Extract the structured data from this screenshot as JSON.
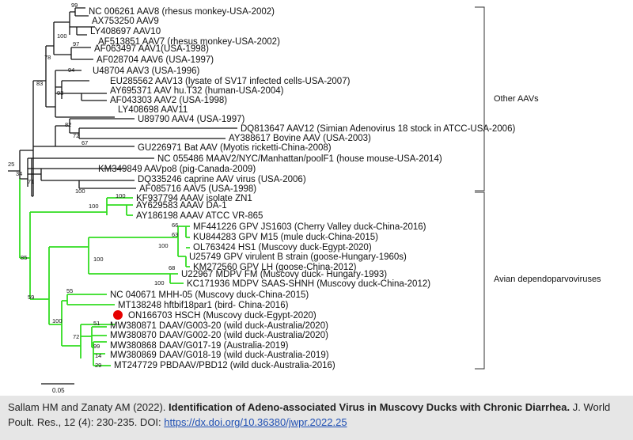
{
  "tree": {
    "groups": {
      "other": "Other AAVs",
      "avian": "Avian dependoparvoviruses"
    },
    "scale_bar": "0.05",
    "leaves": [
      "NC 006261 AAV8 (rhesus monkey-USA-2002)",
      "AX753250 AAV9",
      "LY408697 AAV10",
      "AF513851 AAV7 (rhesus monkey-USA-2002)",
      "AF063497 AAV1(USA-1998)",
      "AF028704 AAV6 (USA-1997)",
      "U48704 AAV3 (USA-1996)",
      "EU285562 AAV13 (lysate of SV17 infected cells-USA-2007)",
      "AY695371 AAV hu.T32 (human-USA-2004)",
      "AF043303 AAV2 (USA-1998)",
      "LY408698 AAV11",
      "U89790 AAV4 (USA-1997)",
      "DQ813647 AAV12 (Simian Adenovirus 18 stock in ATCC-USA-2006)",
      "AY388617 Bovine AAV (USA-2003)",
      "GU226971 Bat AAV (Myotis ricketti-China-2008)",
      "NC 055486 MAAV2/NYC/Manhattan/poolF1 (house mouse-USA-2014)",
      "KM349849 AAVpo8 (pig-Canada-2009)",
      "DQ335246 caprine AAV virus (USA-2006)",
      "AF085716 AAV5 (USA-1998)",
      "KF937794 AAAV isolate ZN1",
      "AY629583 AAAV DA-1",
      "AY186198 AAAV ATCC VR-865",
      "MF441226 GPV JS1603 (Cherry Valley duck-China-2016)",
      "KU844283 GPV M15 (mule duck-China-2015)",
      "OL763424 HS1 (Muscovy duck-Egypt-2020)",
      "U25749 GPV virulent B strain (goose-Hungary-1960s)",
      "KM272560 GPV LH (goose-China-2012)",
      "U22967 MDPV FM (Muscovy duck- Hungary-1993)",
      "KC171936 MDPV SAAS-SHNH (Muscovy duck-China-2012)",
      "NC 040671 MHH-05 (Muscovy duck-China-2015)",
      "MT138248 hftbif18par1 (bird- China-2016)",
      "ON166703 HSCH (Muscovy duck-Egypt-2020)",
      "MW380871 DAAV/G003-20 (wild duck-Australia/2020)",
      "MW380870 DAAV/G002-20 (wild duck-Australia/2020)",
      "MW380868 DAAV/G017-19 (Australia-2019)",
      "MW380869 DAAV/G018-19 (wild duck-Australia-2019)",
      "MT247729 PBDAAV/PBD12 (wild duck-Australia-2016)"
    ],
    "bootstrap": {
      "b99": "99",
      "b100a": "100",
      "b97": "97",
      "b78": "78",
      "b94": "94",
      "b93": "93",
      "b83": "83",
      "b82": "82",
      "b72a": "72",
      "b67": "67",
      "b25": "25",
      "b34": "34",
      "b71": "71",
      "b100b": "100",
      "b100c": "100",
      "b100d": "100",
      "b85": "85",
      "b66": "66",
      "b63": "63",
      "b100e": "100",
      "b100f": "100",
      "b68": "68",
      "b100g": "100",
      "b59": "59",
      "b55": "55",
      "b100h": "100",
      "b72b": "72",
      "b51": "51",
      "b99b": "99",
      "b14": "14",
      "b29": "29"
    }
  },
  "caption": {
    "authors": "Sallam HM and Zanaty AM (2022). ",
    "title": "Identification of Adeno-associated Virus in Muscovy Ducks with Chronic Diarrhea.",
    "journal": " J. World Poult. Res., 12 (4): 230-235. DOI: ",
    "doi": "https://dx.doi.org/10.36380/jwpr.2022.25"
  },
  "colors": {
    "avian_branch": "#33dd22",
    "other_branch": "#111111",
    "highlight_dot": "#e60000"
  }
}
